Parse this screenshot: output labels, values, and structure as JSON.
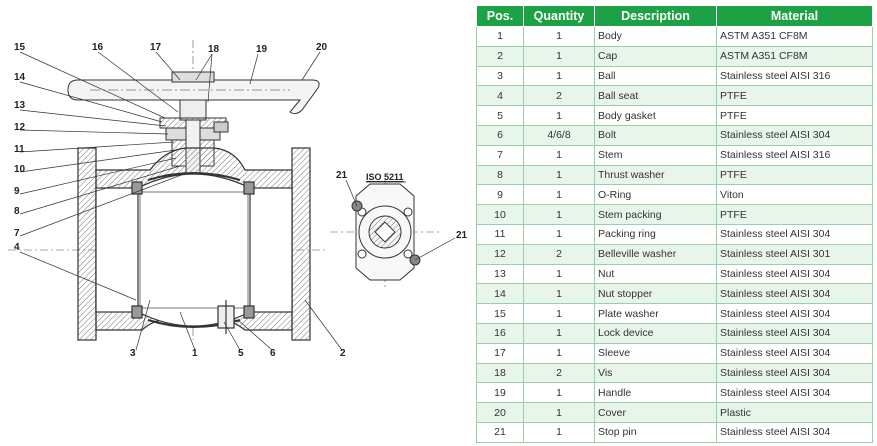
{
  "drawing": {
    "callouts": [
      "15",
      "16",
      "17",
      "18",
      "19",
      "20",
      "14",
      "13",
      "12",
      "11",
      "10",
      "9",
      "8",
      "7",
      "4",
      "3",
      "1",
      "5",
      "6",
      "2",
      "21",
      "21"
    ],
    "detail_title": "ISO 5211"
  },
  "table": {
    "headers": [
      "Pos.",
      "Quantity",
      "Description",
      "Material"
    ],
    "rows": [
      {
        "pos": "1",
        "qty": "1",
        "desc": "Body",
        "material": "ASTM A351 CF8M"
      },
      {
        "pos": "2",
        "qty": "1",
        "desc": "Cap",
        "material": "ASTM A351 CF8M"
      },
      {
        "pos": "3",
        "qty": "1",
        "desc": "Ball",
        "material": "Stainless steel AISI 316"
      },
      {
        "pos": "4",
        "qty": "2",
        "desc": "Ball seat",
        "material": "PTFE"
      },
      {
        "pos": "5",
        "qty": "1",
        "desc": "Body gasket",
        "material": "PTFE"
      },
      {
        "pos": "6",
        "qty": "4/6/8",
        "desc": "Bolt",
        "material": "Stainless steel AISI 304"
      },
      {
        "pos": "7",
        "qty": "1",
        "desc": "Stem",
        "material": "Stainless steel AISI 316"
      },
      {
        "pos": "8",
        "qty": "1",
        "desc": "Thrust washer",
        "material": "PTFE"
      },
      {
        "pos": "9",
        "qty": "1",
        "desc": "O-Ring",
        "material": "Viton"
      },
      {
        "pos": "10",
        "qty": "1",
        "desc": "Stem packing",
        "material": "PTFE"
      },
      {
        "pos": "11",
        "qty": "1",
        "desc": "Packing ring",
        "material": "Stainless steel AISI 304"
      },
      {
        "pos": "12",
        "qty": "2",
        "desc": "Belleville washer",
        "material": "Stainless steel AISI 301"
      },
      {
        "pos": "13",
        "qty": "1",
        "desc": "Nut",
        "material": "Stainless steel AISI 304"
      },
      {
        "pos": "14",
        "qty": "1",
        "desc": "Nut stopper",
        "material": "Stainless steel AISI 304"
      },
      {
        "pos": "15",
        "qty": "1",
        "desc": "Plate washer",
        "material": "Stainless steel AISI 304"
      },
      {
        "pos": "16",
        "qty": "1",
        "desc": "Lock device",
        "material": "Stainless steel AISI 304"
      },
      {
        "pos": "17",
        "qty": "1",
        "desc": "Sleeve",
        "material": "Stainless steel AISI 304"
      },
      {
        "pos": "18",
        "qty": "2",
        "desc": "Vis",
        "material": "Stainless steel AISI 304"
      },
      {
        "pos": "19",
        "qty": "1",
        "desc": "Handle",
        "material": "Stainless steel AISI 304"
      },
      {
        "pos": "20",
        "qty": "1",
        "desc": "Cover",
        "material": "Plastic"
      },
      {
        "pos": "21",
        "qty": "1",
        "desc": "Stop pin",
        "material": "Stainless steel AISI 304"
      }
    ]
  },
  "colors": {
    "header_bg": "#1ca245",
    "header_text": "#ffffff",
    "row_alt_bg": "#e8f5ea",
    "border": "#9ccfa8"
  }
}
